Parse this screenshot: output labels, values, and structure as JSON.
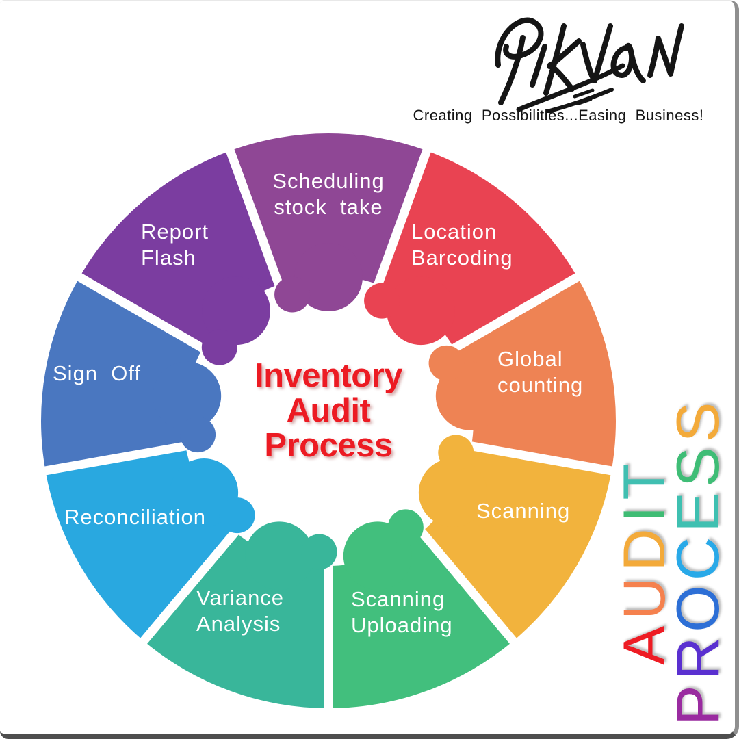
{
  "brand": {
    "logo_text": "PIKVAN",
    "tagline": "Creating  Possibilities...Easing  Business!"
  },
  "hub": {
    "lines": [
      "Inventory",
      "Audit",
      "Process"
    ],
    "text_color": "#ec1b23"
  },
  "wheel": {
    "segments": [
      {
        "id": "scheduling-stock-take",
        "label_lines": [
          "Scheduling",
          "stock  take"
        ],
        "color": "#8f4795"
      },
      {
        "id": "location-barcoding",
        "label_lines": [
          "Location",
          "Barcoding"
        ],
        "color": "#e94352"
      },
      {
        "id": "global-counting",
        "label_lines": [
          "Global",
          "counting"
        ],
        "color": "#ee8354"
      },
      {
        "id": "scanning",
        "label_lines": [
          "Scanning"
        ],
        "color": "#f2b33d"
      },
      {
        "id": "scanning-uploading",
        "label_lines": [
          "Scanning",
          "Uploading"
        ],
        "color": "#42bf7d"
      },
      {
        "id": "variance-analysis",
        "label_lines": [
          "Variance",
          "Analysis"
        ],
        "color": "#39b69a"
      },
      {
        "id": "reconciliation",
        "label_lines": [
          "Reconciliation"
        ],
        "color": "#29a8e0"
      },
      {
        "id": "sign-off",
        "label_lines": [
          "Sign  Off"
        ],
        "color": "#4a77c0"
      },
      {
        "id": "report-flash",
        "label_lines": [
          "Report",
          "Flash"
        ],
        "color": "#7b3da0"
      }
    ]
  },
  "vertical_banner": {
    "words": [
      {
        "word": "AUDIT",
        "letters": [
          {
            "char": "A",
            "color": "#ee1c24"
          },
          {
            "char": "U",
            "color": "#f5814e"
          },
          {
            "char": "D",
            "color": "#f3aa3a"
          },
          {
            "char": "I",
            "color": "#3fbc74"
          },
          {
            "char": "T",
            "color": "#40bfb1"
          }
        ]
      },
      {
        "word": "PROCESS",
        "letters": [
          {
            "char": "P",
            "color": "#9a2ba0"
          },
          {
            "char": "R",
            "color": "#5a30d0"
          },
          {
            "char": "O",
            "color": "#2d6fd6"
          },
          {
            "char": "C",
            "color": "#29a9e8"
          },
          {
            "char": "E",
            "color": "#3fc0b1"
          },
          {
            "char": "S",
            "color": "#3fbd76"
          },
          {
            "char": "S",
            "color": "#f3aa3a"
          }
        ]
      }
    ]
  }
}
